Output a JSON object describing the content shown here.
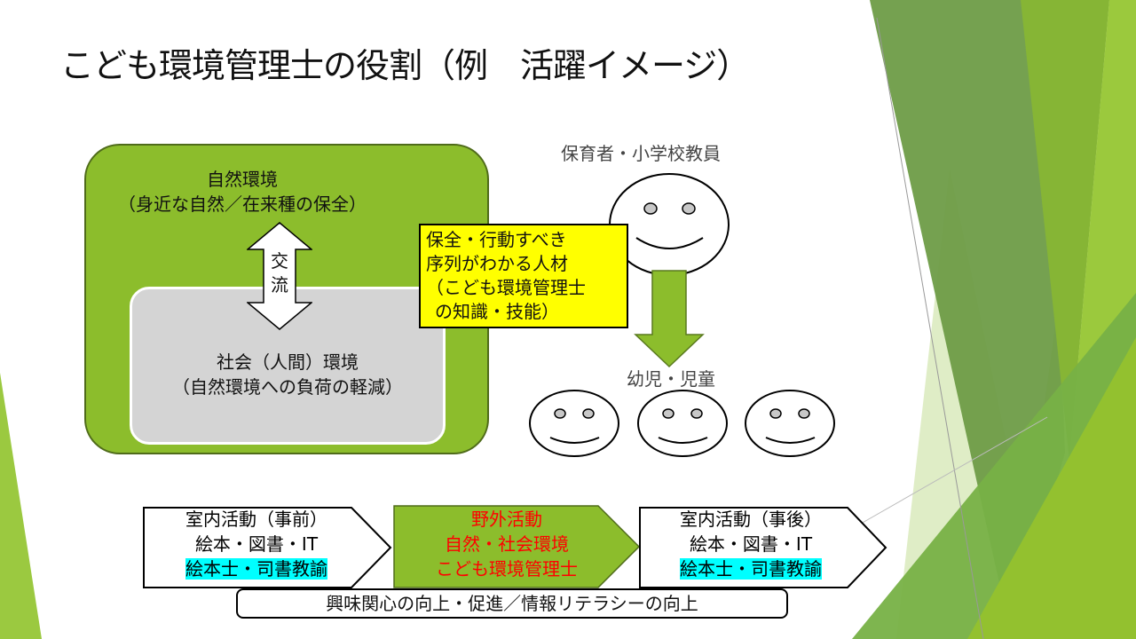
{
  "slide": {
    "title": "こども環境管理士の役割（例　活躍イメージ）"
  },
  "environment": {
    "nature_title": "自然環境",
    "nature_subtitle": "（身近な自然／在来種の保全）",
    "society_title": "社会（人間）環境",
    "society_subtitle": "（自然環境への負荷の軽減）",
    "exchange_line1": "交",
    "exchange_line2": "流"
  },
  "callout": {
    "lines": [
      "保全・行動すべき",
      "序列がわかる人材",
      "（こども環境管理士",
      "の知識・技能）"
    ]
  },
  "people": {
    "teacher_label": "保育者・小学校教員",
    "children_label": "幼児・児童",
    "children_count": 3
  },
  "activities": [
    {
      "title": "室内活動（事前）",
      "line2": "絵本・図書・IT",
      "line3": "絵本士・司書教諭"
    },
    {
      "title": "野外活動",
      "line2": "自然・社会環境",
      "line3": "こども環境管理士"
    },
    {
      "title": "室内活動（事後）",
      "line2": "絵本・図書・IT",
      "line3": "絵本士・司書教諭"
    }
  ],
  "outcome": {
    "text": "興味関心の向上・促進／情報リテラシーの向上"
  },
  "colors": {
    "nature_green": "#8cbd2c",
    "society_gray": "#d4d4d4",
    "callout_yellow": "#ffff00",
    "highlight_cyan": "#00ffff",
    "outdoor_text_red": "#ff0000"
  }
}
